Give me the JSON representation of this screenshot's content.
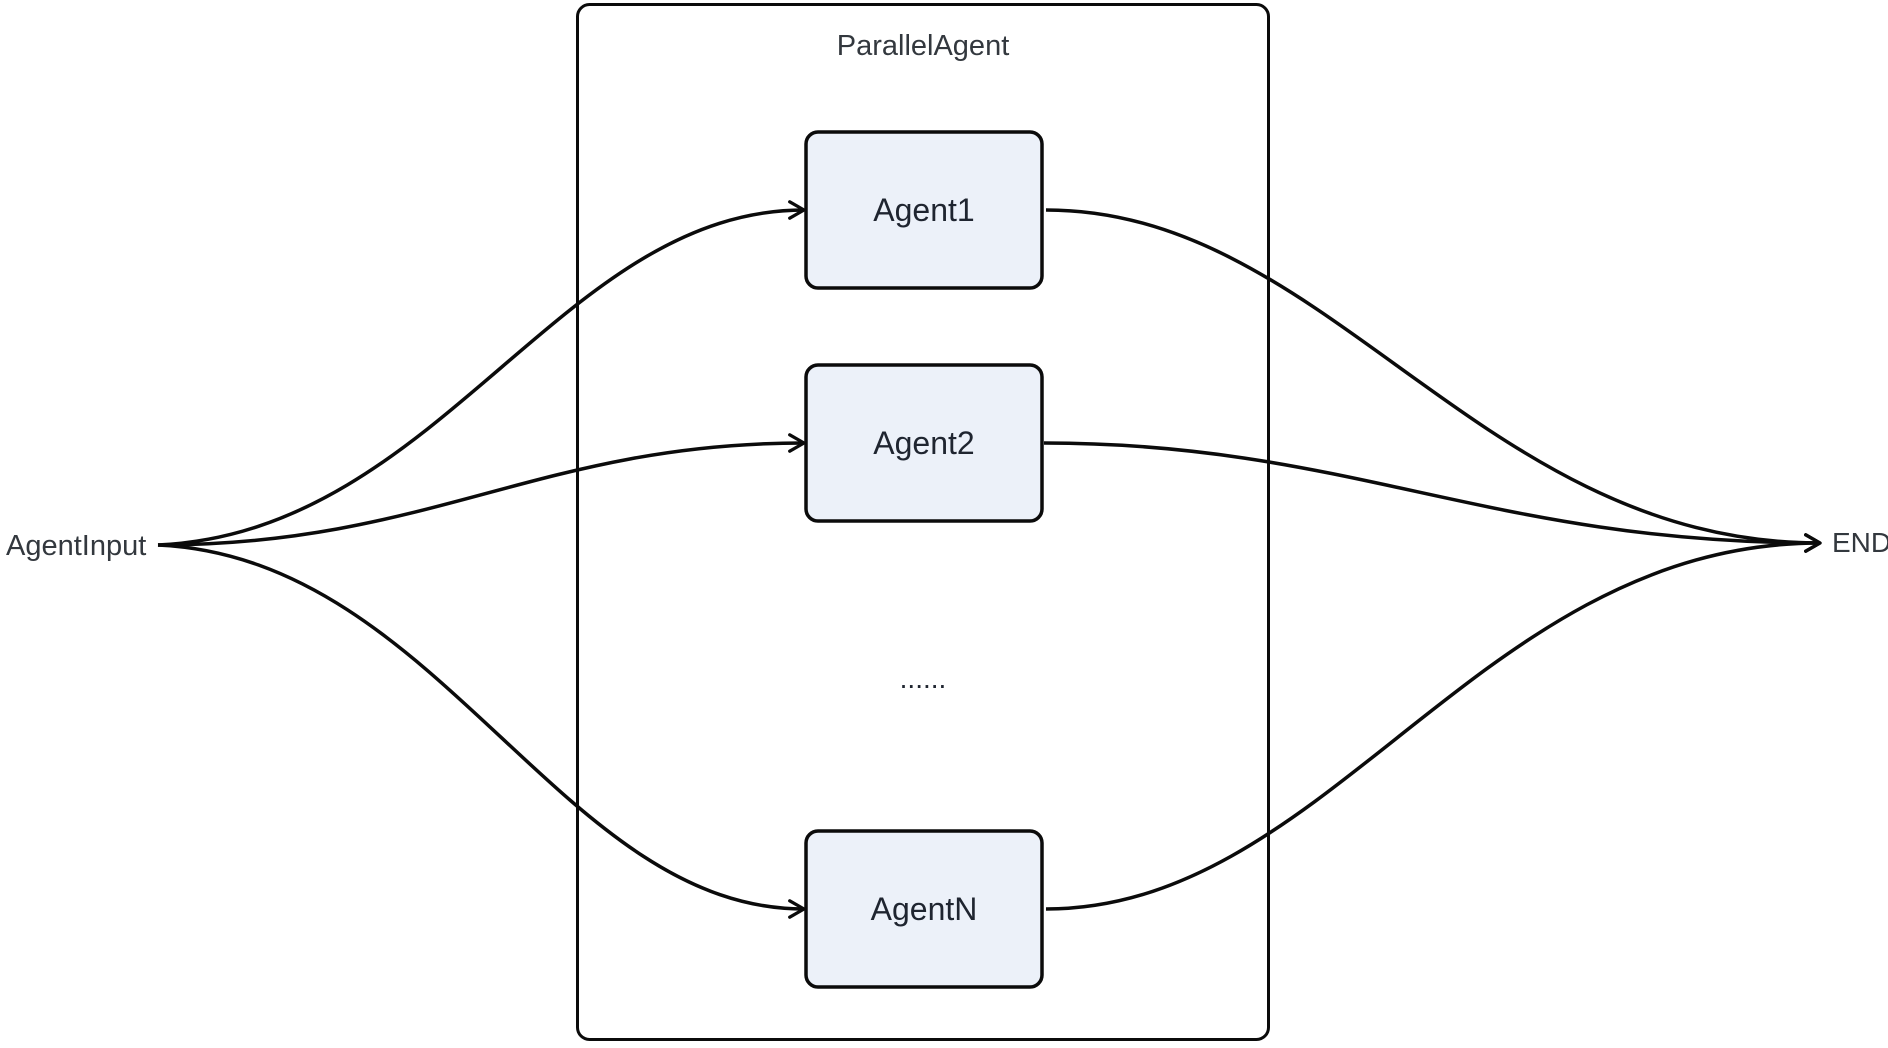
{
  "diagram": {
    "type": "flowchart",
    "direction": "left-to-right",
    "input": {
      "label": "AgentInput"
    },
    "end": {
      "label": "END"
    },
    "cluster": {
      "label": "ParallelAgent"
    },
    "nodes": [
      {
        "id": "agent1",
        "label": "Agent1"
      },
      {
        "id": "agent2",
        "label": "Agent2"
      },
      {
        "id": "agentN",
        "label": "AgentN"
      }
    ],
    "ellipsis": "......",
    "edges": [
      {
        "from": "AgentInput",
        "to": "Agent1"
      },
      {
        "from": "AgentInput",
        "to": "Agent2"
      },
      {
        "from": "AgentInput",
        "to": "AgentN"
      },
      {
        "from": "Agent1",
        "to": "END"
      },
      {
        "from": "Agent2",
        "to": "END"
      },
      {
        "from": "AgentN",
        "to": "END"
      }
    ],
    "colors": {
      "background": "#ffffff",
      "stroke": "#0b0b0b",
      "node_fill": "#ECF1F9",
      "node_text": "#1F2530",
      "label_text": "#33383E"
    }
  }
}
